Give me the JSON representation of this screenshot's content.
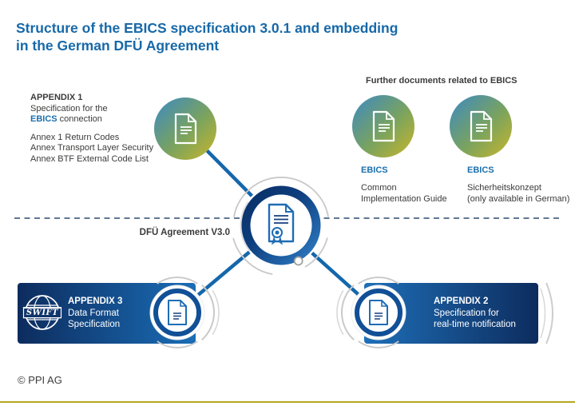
{
  "title": {
    "line1": "Structure of the EBICS specification 3.0.1 and embedding",
    "line2": "in the German DFÜ Agreement"
  },
  "appendix1": {
    "heading": "APPENDIX 1",
    "line1": "Specification for the",
    "conn_accent": "EBICS",
    "conn_rest": " connection",
    "annexes": [
      "Annex 1 Return Codes",
      "Annex Transport Layer Security",
      "Annex BTF External Code List"
    ]
  },
  "further_docs": {
    "heading": "Further documents related to EBICS",
    "items": [
      {
        "label": "EBICS",
        "line1": "Common",
        "line2": "Implementation Guide"
      },
      {
        "label": "EBICS",
        "line1": "Sicherheitskonzept",
        "line2": "(only available in German)"
      }
    ]
  },
  "center": {
    "label": "DFÜ Agreement V3.0"
  },
  "appendix3": {
    "heading": "APPENDIX 3",
    "line1": "Data Format",
    "line2": "Specification",
    "logo_text": "SWIFT"
  },
  "appendix2": {
    "heading": "APPENDIX 2",
    "line1": "Specification for",
    "line2": "real-time notification"
  },
  "footer": {
    "copyright": "© PPI AG"
  },
  "colors": {
    "brand_blue": "#1769a9",
    "accent_blue": "#1b6fad",
    "connector_blue": "#1467ab",
    "banner_dark": "#0d2c5e",
    "banner_light": "#1e6fb8",
    "circle_gradient_start": "#3b89c4",
    "circle_gradient_end": "#c9b62a",
    "bottom_rule_gold": "#b6a71e",
    "text_dark": "#3b3b3a"
  }
}
